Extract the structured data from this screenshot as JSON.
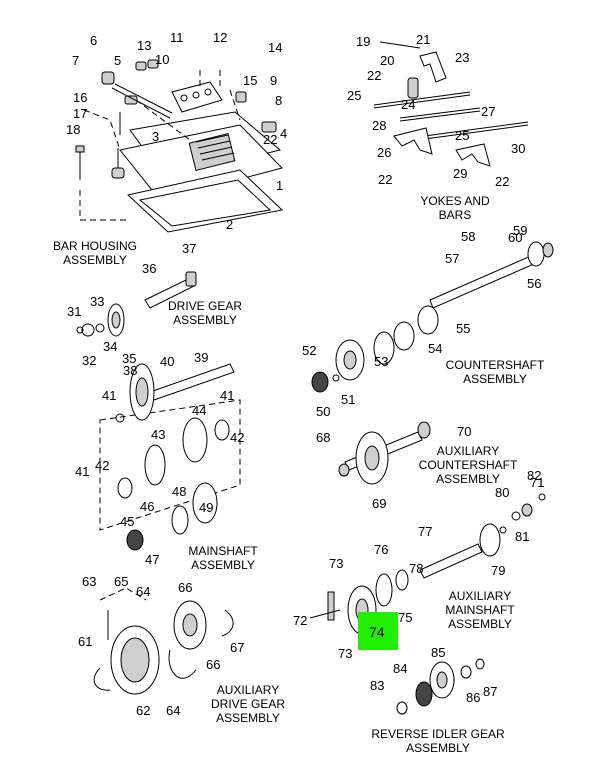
{
  "colors": {
    "highlight": "#22ee00",
    "ink": "#000000",
    "background": "#ffffff"
  },
  "captions": {
    "bar_housing": [
      "BAR HOUSING",
      "ASSEMBLY"
    ],
    "yokes": [
      "YOKES AND",
      "BARS"
    ],
    "drive_gear": [
      "DRIVE GEAR",
      "ASSEMBLY"
    ],
    "countershaft": [
      "COUNTERSHAFT",
      "ASSEMBLY"
    ],
    "aux_countershaft": [
      "AUXILIARY",
      "COUNTERSHAFT",
      "ASSEMBLY"
    ],
    "mainshaft": [
      "MAINSHAFT",
      "ASSEMBLY"
    ],
    "aux_mainshaft": [
      "AUXILIARY",
      "MAINSHAFT",
      "ASSEMBLY"
    ],
    "aux_drive_gear": [
      "AUXILIARY",
      "DRIVE GEAR",
      "ASSEMBLY"
    ],
    "reverse_idler": [
      "REVERSE IDLER GEAR",
      "ASSEMBLY"
    ]
  },
  "highlighted_part": "74",
  "callouts": [
    "1",
    "2",
    "3",
    "4",
    "5",
    "6",
    "7",
    "8",
    "9",
    "10",
    "11",
    "12",
    "13",
    "14",
    "15",
    "16",
    "17",
    "18",
    "19",
    "20",
    "21",
    "22",
    "22",
    "22",
    "22",
    "23",
    "24",
    "25",
    "25",
    "26",
    "27",
    "28",
    "29",
    "30",
    "31",
    "32",
    "33",
    "34",
    "35",
    "36",
    "37",
    "38",
    "39",
    "40",
    "41",
    "41",
    "41",
    "42",
    "42",
    "43",
    "44",
    "45",
    "46",
    "47",
    "48",
    "49",
    "50",
    "51",
    "52",
    "53",
    "54",
    "55",
    "56",
    "57",
    "58",
    "59",
    "60",
    "61",
    "62",
    "63",
    "64",
    "64",
    "65",
    "66",
    "66",
    "67",
    "68",
    "69",
    "70",
    "71",
    "72",
    "73",
    "73",
    "75",
    "76",
    "77",
    "78",
    "79",
    "80",
    "81",
    "82",
    "83",
    "84",
    "85",
    "86",
    "87"
  ]
}
